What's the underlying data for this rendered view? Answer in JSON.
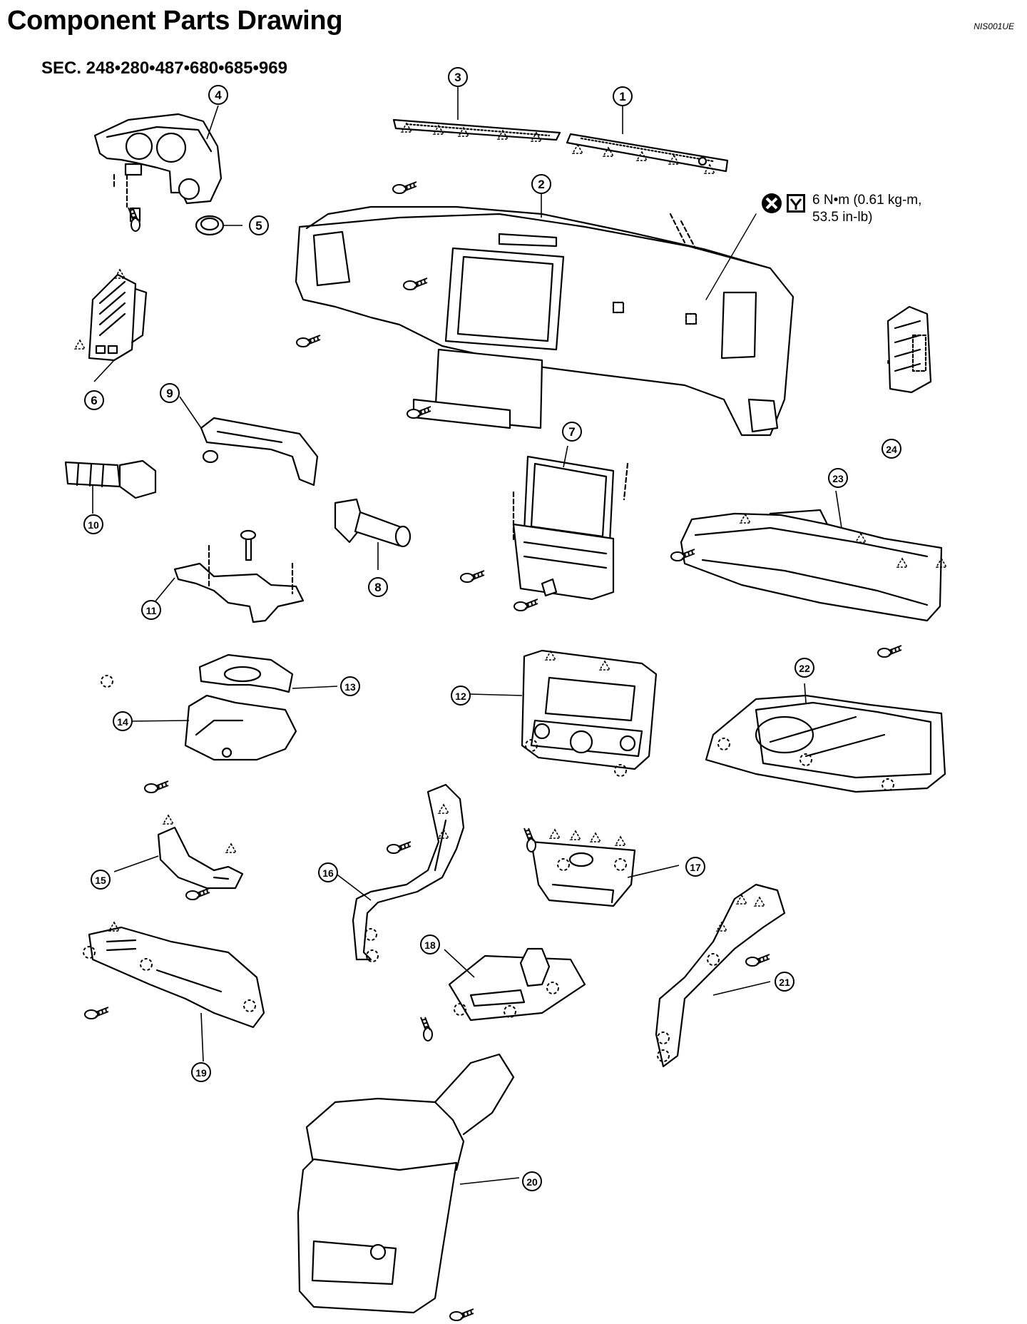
{
  "title": "Component Parts Drawing",
  "doc_id": "NIS001UE",
  "section": "SEC. 248•280•487•680•685•969",
  "torque_spec": {
    "line1": "6 N•m (0.61 kg-m,",
    "line2": "53.5 in-lb)",
    "icons": [
      "do-not-reuse-icon",
      "torque-wrench-icon"
    ]
  },
  "callouts": [
    "1",
    "2",
    "3",
    "4",
    "5",
    "6",
    "7",
    "8",
    "9",
    "10",
    "11",
    "12",
    "13",
    "14",
    "15",
    "16",
    "17",
    "18",
    "19",
    "20",
    "21",
    "22",
    "23",
    "24"
  ],
  "parts_depicted": [
    "dash-vent-1",
    "instrument-panel-2",
    "dash-vent-3",
    "cluster-lid-4",
    "knob-5",
    "side-vent-6",
    "display-unit-7",
    "wiper-switch-8",
    "column-cover-9",
    "light-switch-10",
    "bracket-11",
    "audio-unit-12",
    "column-cover-upper-13",
    "column-cover-lower-14",
    "knee-cover-15",
    "finisher-16",
    "center-finisher-17",
    "shift-finisher-18",
    "lower-panel-19",
    "console-20",
    "finisher-21",
    "tray-22",
    "glove-box-23",
    "side-vent-24"
  ]
}
